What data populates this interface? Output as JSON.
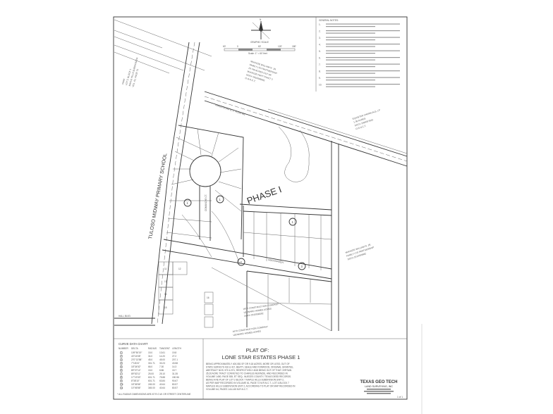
{
  "plat": {
    "title_line1": "PLAT OF:",
    "title_line2": "LONE STAR ESTATES PHASE 1",
    "description": [
      "BEING APPROXIMATELY 400,081 SF OR 9.18 ACRES, MORE OR LESS, OUT OF",
      "STATE SURVEYS 416 & 417, BEATY, SEALE AND FORWOOD, ORIGINAL GRANTEE,",
      "ABSTRACT NOS. 570 & 571, RESPECTIVELY AND BEING OUT OF THAT CERTAIN",
      "35.26 ACRE TRACT CONVEYED TO CHARLES McKINZIE, AND RECORDED IN",
      "VOLUME 1450, PAGE 535, ET SEQ., NUECES COUNTY, TEXAS DEED RECORDS.",
      "BEING A RE-PLAT OF LOT 2-BLOCK 7 MAPLE HILLS SUBDIVISION UNIT 2,",
      "AS PER MAP RECORDED IN VOLUME 61, PAGE 72 M.R.N.C.T., LOT 4-BLOCK 7",
      "MAPLES HILLS SUBDIVISION UNIT 2, ACCORDING TO PLAT OR MAP RECORDED IN",
      "VOLUME 64, PAGES 144-145 M.R.N.C.T."
    ],
    "phase_label": "PHASE I",
    "sheet": "1 of 1"
  },
  "company": {
    "name": "TEXAS GEO TECH",
    "subtitle": "LAND SURVEYING, INC"
  },
  "general_notes": {
    "heading": "GENERAL NOTES:",
    "numbers": [
      "1.",
      "2.",
      "3.",
      "4.",
      "5.",
      "6.",
      "7.",
      "8.",
      "9.",
      "10."
    ]
  },
  "scale": {
    "north": "N",
    "label": "GRAPHIC SCALE",
    "ticks": [
      "60'",
      "0",
      "60'",
      "120'",
      "180'"
    ],
    "ratio": "Scale: 1\" = 60' feet"
  },
  "curve_chart": {
    "title": "CURVE DATA CHART",
    "headers": [
      "NUMBER",
      "DELTA",
      "RADIUS",
      "TANGENT",
      "LENGTH"
    ],
    "rows": [
      [
        "1",
        "109°50'19\"",
        "15.0",
        "13.61",
        "19.8"
      ],
      [
        "2",
        "43°16'08\"",
        "34.0",
        "14.20",
        "27.2"
      ],
      [
        "3",
        "270°13'58\"",
        "45.0",
        "45.00",
        "207.1"
      ],
      [
        "4",
        "7°18'24\"",
        "301.71",
        "33.23",
        "43.58"
      ],
      [
        "5",
        "18°34'52\"",
        "66.0",
        "7.30",
        "14.3"
      ],
      [
        "6",
        "89°07'14\"",
        "15.0",
        "8.86",
        "15.7"
      ],
      [
        "7",
        "89°52'11\"",
        "25.00",
        "25.10",
        "31.35"
      ],
      [
        "8",
        "17°19'33\"",
        "601.71",
        "75.88",
        "150.56"
      ],
      [
        "9",
        "8°38'10\"",
        "601.71",
        "63.84",
        "90.67"
      ],
      [
        "10",
        "18°36'56\"",
        "245.00",
        "40.64",
        "80.57"
      ],
      [
        "11",
        "10°06'56\"",
        "345.00",
        "40.64",
        "80.57"
      ]
    ],
    "note": "* ALL RADIUS DIMENSIONS ARE AT R.O.W. OR STREET CENTERLINE"
  },
  "labels": {
    "school": "TULOSO MIDWAY PRIMARY SCHOOL",
    "owner_top": [
      "McKINZIE WILLIAM R. JR.",
      "FAMILY LTD PARTNERSHIP",
      "19.748 ACRES OUT OF",
      "McKINZIE PART TRACT 3",
      "DOC# 2010006682",
      "O.R.N.C.T."
    ],
    "owner_right": [
      "McKINZIE WILLIAM R. JR.",
      "FAMILY LTD PARTNERSHIP",
      "DOC# 2010006682"
    ],
    "equistar": [
      "EQUISTAR CHEMICALS, LP",
      "1.08 ACRES",
      "DOC# 1999007633",
      "O.R.N.C.T."
    ],
    "wtr": [
      "WTR CONSTRUCTION COMPANY",
      "LEONARD HOMES ACRES",
      "DOC# 2010006682"
    ],
    "wtr2": [
      "WTR CONSTRUCTION COMPANY",
      "LEONARD HOMES ACRES"
    ],
    "park": [
      "PARK",
      "LOT 2, BLOCK 1",
      "MAPLE HILLS SUBDIVISION",
      "VOL. 61, PAGE 72"
    ],
    "road_top": "HAVEN ROAD (C.L. ROAD 48)",
    "street_mid": "MOCKBIRD LN.",
    "street_cul": "COMANCHE CT.",
    "blvd": "HALL BLVD.",
    "lot_nums": [
      "11",
      "12",
      "13",
      "14",
      "15",
      "16"
    ]
  },
  "colors": {
    "ink": "#333333",
    "paper": "#ffffff"
  }
}
